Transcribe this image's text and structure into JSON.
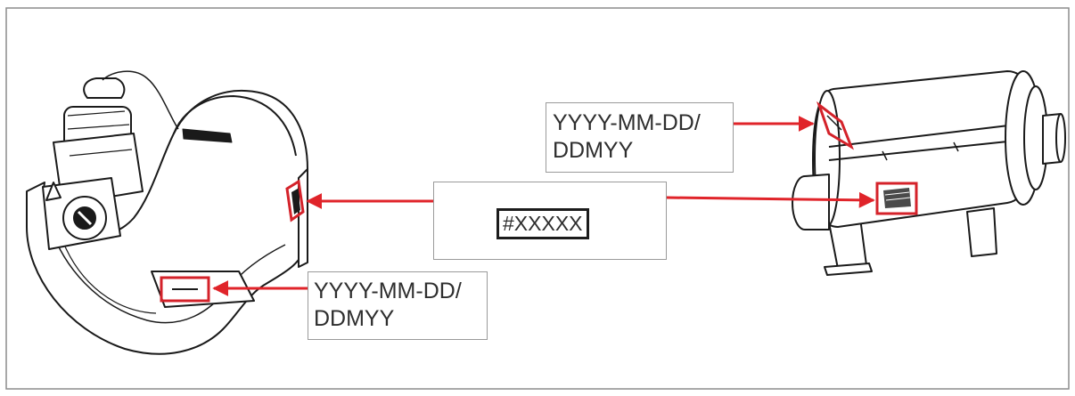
{
  "labels": {
    "top_right": {
      "line1": "YYYY-MM-DD/",
      "line2": "DDMYY"
    },
    "bottom_left": {
      "line1": "YYYY-MM-DD/",
      "line2": "DDMYY"
    },
    "center": {
      "serial": "#XXXXX"
    }
  },
  "colors": {
    "arrow": "#e0242a",
    "highlight": "#d4222a",
    "outline": "#1a1a1a",
    "frame": "#8c8c8c"
  },
  "icons": {
    "left_device": "s-shaped-pump-housing-icon",
    "right_device": "cylindrical-heater-unit-icon"
  }
}
